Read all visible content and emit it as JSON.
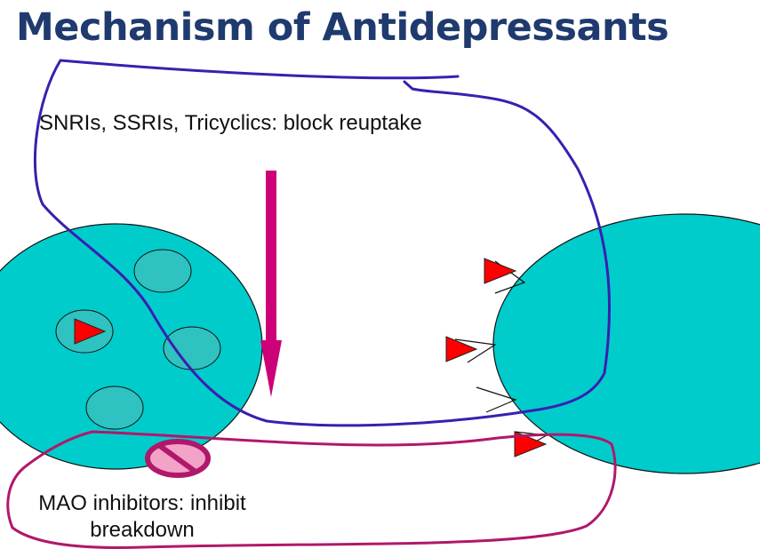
{
  "title": "Mechanism of Antidepressants",
  "labels": {
    "reuptake": "SNRIs, SSRIs, Tricyclics: block reuptake",
    "mao_line1": "MAO inhibitors: inhibit",
    "mao_line2": "breakdown"
  },
  "colors": {
    "title": "#1f3a6e",
    "neuron_fill": "#00cccc",
    "vesicle_fill": "#2ec2c0",
    "neurotransmitter": "#ff0000",
    "arrow": "#cc0077",
    "blue_ink": "#3a1fb0",
    "magenta_ink": "#b0186a"
  },
  "icons": {
    "prohibition": "no-sign-icon",
    "down_arrow": "down-arrow-icon"
  }
}
